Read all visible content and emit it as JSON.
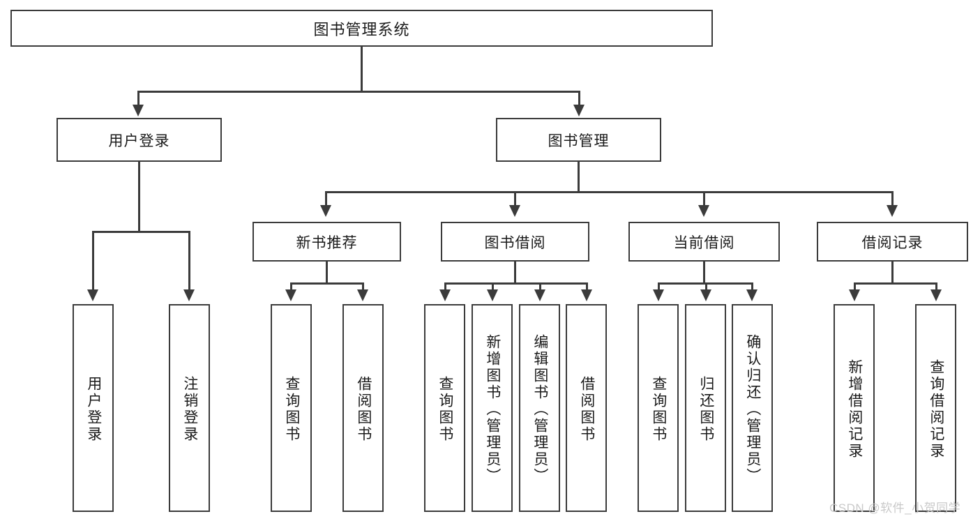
{
  "diagram": {
    "title": "图书管理系统",
    "type": "功能结构图",
    "root": {
      "label": "图书管理系统"
    },
    "level2": [
      {
        "label": "用户登录"
      },
      {
        "label": "图书管理"
      }
    ],
    "level3": [
      {
        "label": "新书推荐"
      },
      {
        "label": "图书借阅"
      },
      {
        "label": "当前借阅"
      },
      {
        "label": "借阅记录"
      }
    ],
    "leaves": {
      "user_login": [
        {
          "label": "用户登录"
        },
        {
          "label": "注销登录"
        }
      ],
      "new_book_recommend": [
        {
          "label": "查询图书"
        },
        {
          "label": "借阅图书"
        }
      ],
      "book_borrow": [
        {
          "label": "查询图书"
        },
        {
          "label": "新增图书（管理员）"
        },
        {
          "label": "编辑图书（管理员）"
        },
        {
          "label": "借阅图书"
        }
      ],
      "current_borrow": [
        {
          "label": "查询图书"
        },
        {
          "label": "归还图书"
        },
        {
          "label": "确认归还（管理员）"
        }
      ],
      "borrow_record": [
        {
          "label": "新增借阅记录"
        },
        {
          "label": "查询借阅记录"
        }
      ]
    }
  },
  "watermark": {
    "text": "CSDN @软件_小贺同学"
  },
  "colors": {
    "stroke": "#3b3b3b",
    "background": "#ffffff",
    "text": "#1a1a1a",
    "watermark": "#c9c9c9"
  }
}
